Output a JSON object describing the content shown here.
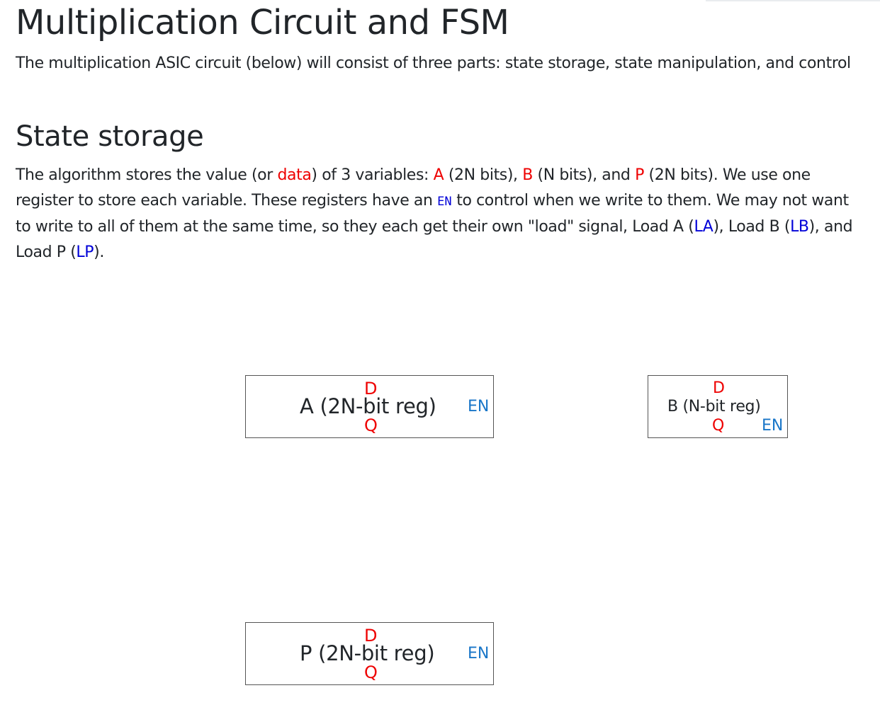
{
  "title": "Multiplication Circuit and FSM",
  "intro": "The multiplication ASIC circuit (below) will consist of three parts: state storage, state manipulation, and control",
  "section": {
    "heading": "State storage",
    "p1": "The algorithm stores the value (or ",
    "data_word": "data",
    "p2": ") of 3 variables: ",
    "var_a": "A",
    "p3": " (2N bits), ",
    "var_b": "B",
    "p4": " (N bits), and ",
    "var_p": "P",
    "p5": " (2N bits). We use one register to store each variable. These registers have an ",
    "en_code": "EN",
    "p6": " to control when we write to them. We may not want to write to all of them at the same time, so they each get their own \"load\" signal, Load A (",
    "la": "LA",
    "p7": "), Load B (",
    "lb": "LB",
    "p8": "), and Load P (",
    "lp": "LP",
    "p9": ")."
  },
  "registers": {
    "a": {
      "label": "A (2N-bit reg)",
      "d": "D",
      "q": "Q",
      "en": "EN"
    },
    "b": {
      "label": "B (N-bit reg)",
      "d": "D",
      "q": "Q",
      "en": "EN"
    },
    "p": {
      "label": "P (2N-bit reg)",
      "d": "D",
      "q": "Q",
      "en": "EN"
    }
  },
  "colors": {
    "text": "#212529",
    "highlight_red": "#ee0000",
    "signal_blue": "#0000d8",
    "enable_blue": "#1976c8",
    "box_border": "#555555"
  }
}
